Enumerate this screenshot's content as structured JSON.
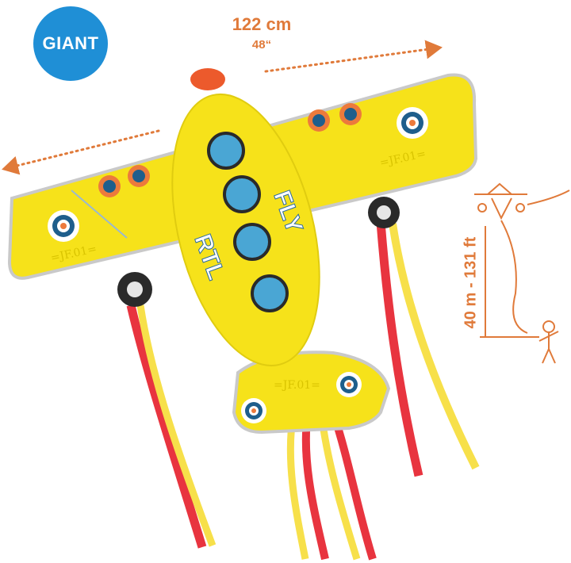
{
  "badge": {
    "label": "GIANT"
  },
  "dimensions": {
    "width_cm": "122 cm",
    "width_in": "48“"
  },
  "height_indicator": {
    "label": "40 m - 131 ft"
  },
  "kite": {
    "wing_text": "=JF.01=",
    "tail_text": "=JF.01=",
    "body_text_left": "RTL",
    "body_text_right": "FLY"
  },
  "colors": {
    "badge_blue": "#1f8fd6",
    "accent_orange": "#e07a3a",
    "kite_yellow": "#f6e21a",
    "ribbon_red": "#e8343f",
    "ribbon_yellow": "#f7e04a",
    "roundel_blue": "#1e5e8c",
    "roundel_orange": "#ec7a3c"
  }
}
